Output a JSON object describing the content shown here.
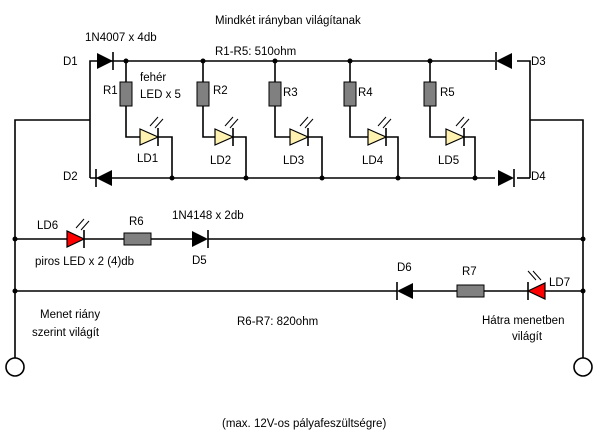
{
  "title": "Mindkét irányban világítanak",
  "labels": {
    "bridge_diodes": "1N4007 x 4db",
    "r1_r5": "R1-R5: 510ohm",
    "white_led_1": "fehér",
    "white_led_2": "LED x 5",
    "d1": "D1",
    "d2": "D2",
    "d3": "D3",
    "d4": "D4",
    "r1": "R1",
    "r2": "R2",
    "r3": "R3",
    "r4": "R4",
    "r5": "R5",
    "ld1": "LD1",
    "ld2": "LD2",
    "ld3": "LD3",
    "ld4": "LD4",
    "ld5": "LD5",
    "ld6": "LD6",
    "r6": "R6",
    "d5": "D5",
    "small_diodes": "1N4148 x 2db",
    "red_leds": "piros LED x 2 (4)db",
    "d6": "D6",
    "r7": "R7",
    "ld7": "LD7",
    "forward_1": "Menet riány",
    "forward_2": "szerint világít",
    "r6_r7": "R6-R7: 820ohm",
    "reverse_1": "Hátra menetben",
    "reverse_2": "világít",
    "footer": "(max. 12V-os pályafeszültségre)"
  },
  "colors": {
    "wire": "#000000",
    "resistor": "#808080",
    "white_led": "#fff2b0",
    "red_led": "#ff0000"
  },
  "icons": [
    "diode-icon",
    "resistor-icon",
    "led-icon",
    "terminal-icon"
  ]
}
